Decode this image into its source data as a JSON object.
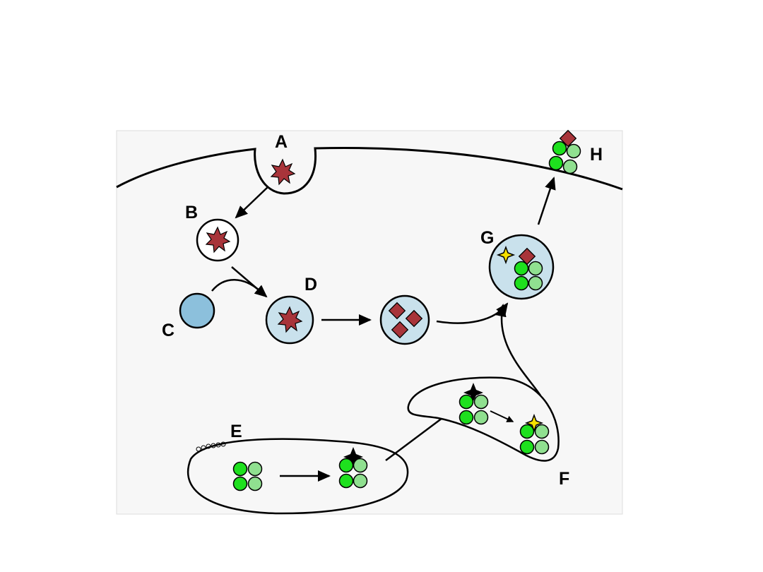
{
  "labels": {
    "a": "A",
    "b": "B",
    "c": "C",
    "d": "D",
    "e": "E",
    "f": "F",
    "g": "G",
    "h": "H"
  },
  "colors": {
    "panel_background": "#f7f7f7",
    "vesicle_fill": "#c9e1ec",
    "vesicle_c_fill": "#8cc0dc",
    "antigen": "#a8343a",
    "mhc_bright_green": "#1ee01e",
    "mhc_light_green": "#90e090",
    "peptide_yellow": "#f5e000",
    "stroke": "#000000"
  },
  "icons": [
    "star-antigen-icon",
    "diamond-peptide-icon",
    "mhc-complex-icon",
    "black-star-icon",
    "yellow-star-icon",
    "ribosome-icon"
  ]
}
